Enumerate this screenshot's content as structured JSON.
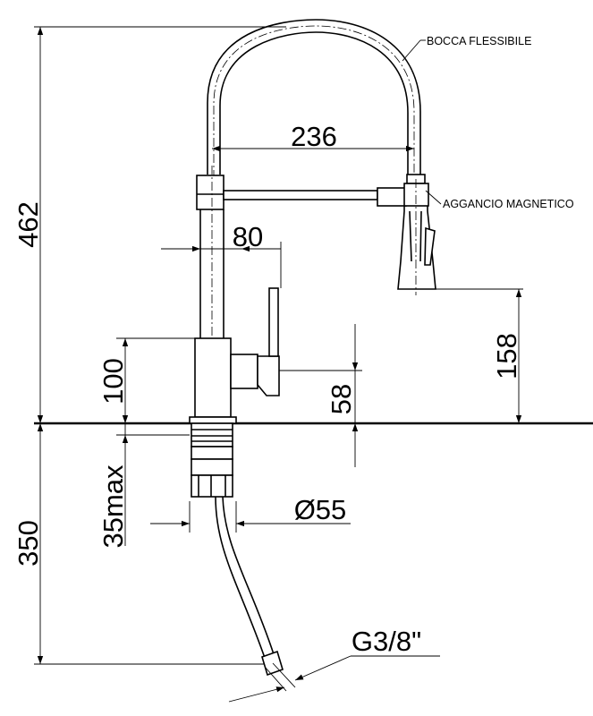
{
  "dimensions": {
    "overall_height": "462",
    "reach": "236",
    "offset": "80",
    "body_height": "100",
    "spout_clearance": "158",
    "handle_height": "58",
    "max_thickness": "35max",
    "hose_length": "350",
    "diameter": "Ø55",
    "thread": "G3/8\""
  },
  "callouts": {
    "flexible_spout": "BOCCA FLESSIBILE",
    "magnetic_hook": "AGGANCIO MAGNETICO"
  }
}
